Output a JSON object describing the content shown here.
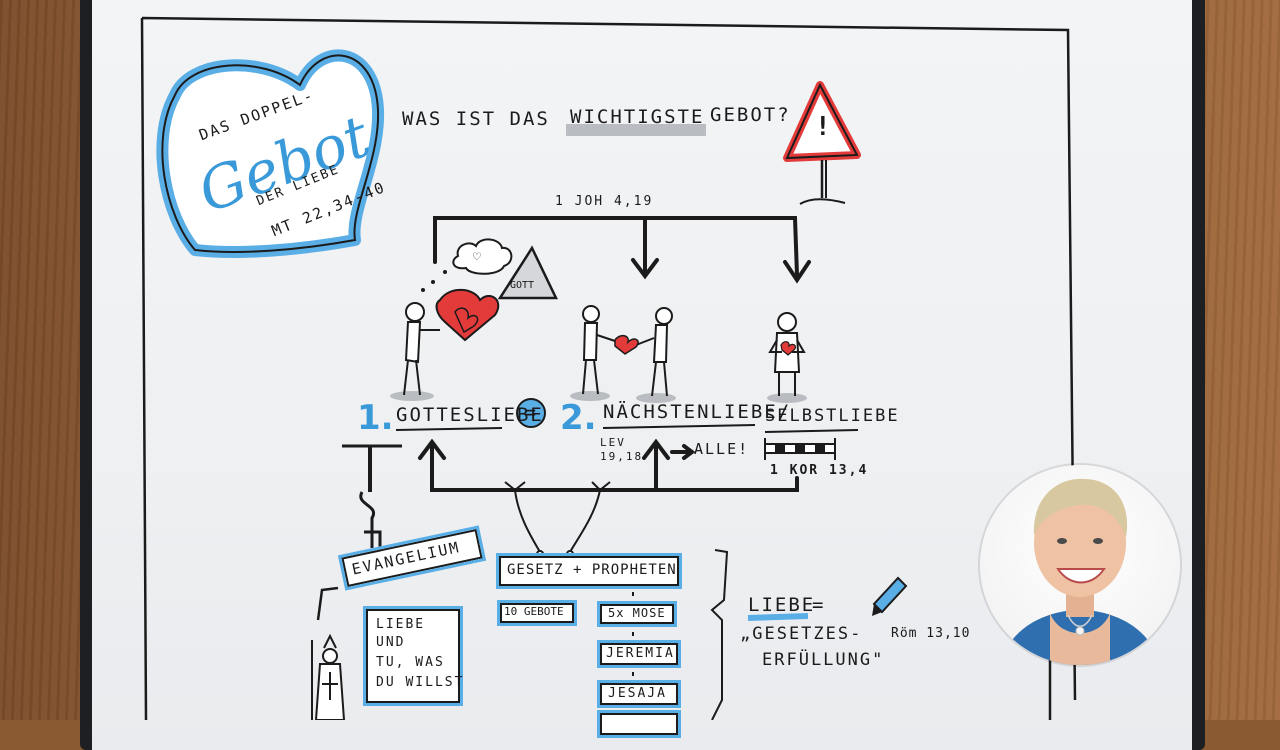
{
  "title_card": {
    "line1": "DAS DOPPEL-",
    "line2": "Gebot",
    "line3": "DER LIEBE",
    "line4": "MT 22,34-40"
  },
  "question": {
    "prefix": "WAS IST DAS",
    "highlight": "WICHTIGSTE",
    "suffix": "GEBOT?"
  },
  "warning_mark": "!",
  "top_reference": "1 JOH 4,19",
  "thought_bubble": "♡",
  "god_label": "GOTT",
  "commandments": {
    "first_num": "1.",
    "first_label": "GOTTESLIEBE",
    "equals": "=",
    "second_num": "2.",
    "second_label": "NÄCHSTENLIEBE/",
    "third_label": "SELBSTLIEBE"
  },
  "lev_ref": "LEV\n19,18",
  "alle": "ALLE!",
  "kor_ref": "1 KOR 13,4",
  "evangelium": "EVANGELIUM",
  "liebe_box": [
    "LIEBE",
    "UND",
    "TU, WAS",
    "DU WILLST"
  ],
  "law_box": "GESETZ + PROPHETEN",
  "law_items": {
    "left": "10 GEBOTE",
    "right": [
      "5x MOSE",
      "JEREMIA",
      "JESAJA"
    ]
  },
  "definition": {
    "word": "LIEBE",
    "equals": "=",
    "line1": "„GESETZES-",
    "line2": "ERFÜLLUNG\"",
    "ref": "Röm 13,10"
  },
  "colors": {
    "blue": "#5aaee6",
    "red": "#e33a3a",
    "ink": "#1b1b1b",
    "grey": "#b9bcc0"
  }
}
